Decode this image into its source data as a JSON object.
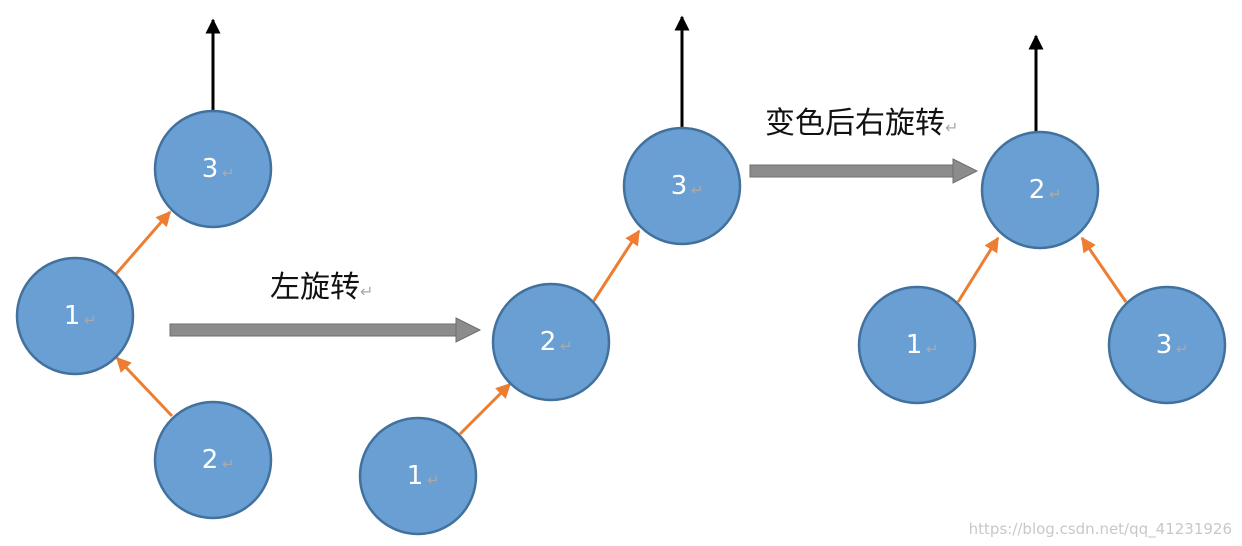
{
  "captions": {
    "step1": "左旋转",
    "step2": "变色后右旋转",
    "para_mark": "↵"
  },
  "diagrams": [
    {
      "nodes": [
        "3",
        "1",
        "2"
      ]
    },
    {
      "nodes": [
        "3",
        "2",
        "1"
      ]
    },
    {
      "nodes": [
        "2",
        "1",
        "3"
      ]
    }
  ],
  "watermark": "https://blog.csdn.net/qq_41231926",
  "colors": {
    "node_fill": "#6a9fd4",
    "node_stroke": "#41719c",
    "edge": "#ed7d31",
    "parent_link": "#000000",
    "transition_arrow": "#8c8c8c"
  }
}
